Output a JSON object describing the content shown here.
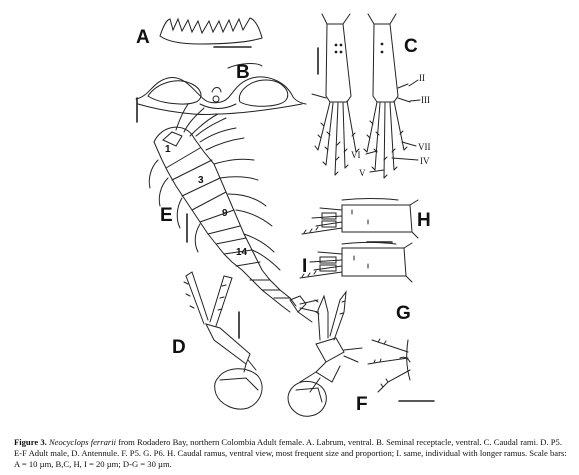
{
  "panel_labels": {
    "a": "A",
    "b": "B",
    "c": "C",
    "d": "D",
    "e": "E",
    "f": "F",
    "g": "G",
    "h": "H",
    "i": "I"
  },
  "segment_numbers": {
    "s1": "1",
    "s3": "3",
    "s9": "9",
    "s14": "14"
  },
  "seta_labels": {
    "ii": "II",
    "iii": "III",
    "vii": "VII",
    "vi": "VI",
    "iv": "IV",
    "v": "V"
  },
  "caption": {
    "figure": "Figure 3.",
    "species": "Neocyclops ferrarii",
    "text": " from Rodadero Bay, northern Colombia Adult female. A. Labrum, ventral. B. Seminal receptacle, ventral. C. Caudal rami. D. P5. E-F Adult male, D. Antennule. F. P5. G. P6. H. Caudal ramus, ventral view, most frequent size and proportion; I. same, individual with longer ramus. Scale bars: A = 10 µm, B,C, H, I = 20 µm; D-G = 30 µm."
  },
  "colors": {
    "ink": "#111111",
    "background": "#ffffff"
  }
}
